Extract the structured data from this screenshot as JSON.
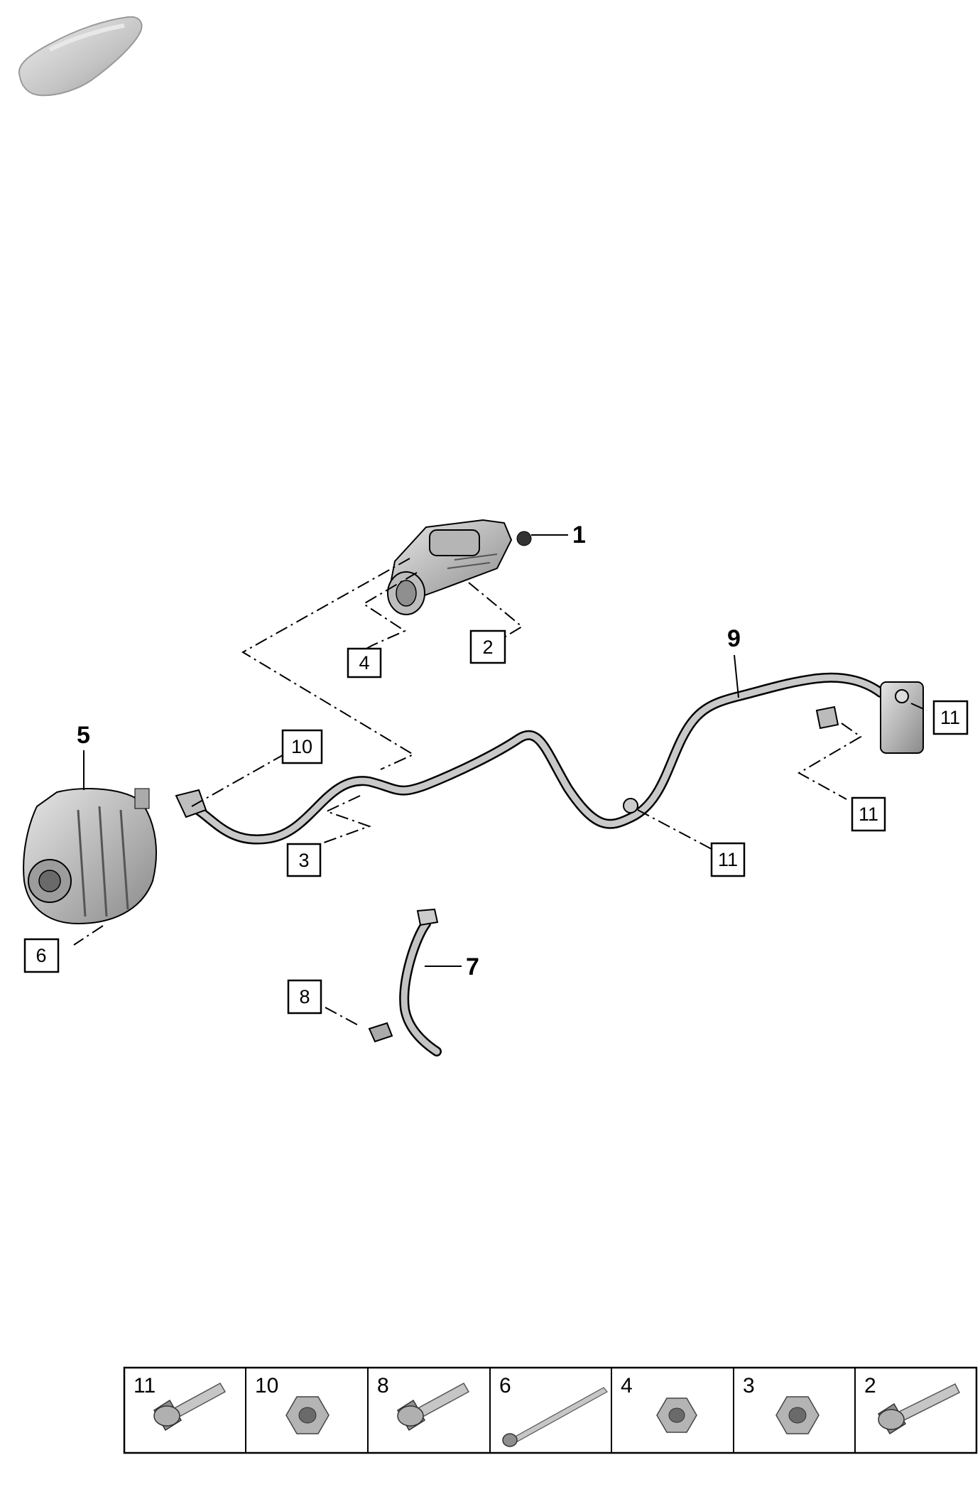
{
  "callouts": {
    "starter": "1",
    "alternator": "5",
    "harness": "9",
    "ground_strap": "7"
  },
  "boxed_callouts": {
    "c2": "2",
    "c3": "3",
    "c4": "4",
    "c6": "6",
    "c8": "8",
    "c10": "10",
    "c11a": "11",
    "c11b": "11",
    "c11c": "11"
  },
  "legend": [
    {
      "number": "11",
      "icon": "flange-bolt-icon"
    },
    {
      "number": "10",
      "icon": "flange-nut-icon"
    },
    {
      "number": "8",
      "icon": "flange-bolt-icon"
    },
    {
      "number": "6",
      "icon": "long-bolt-icon"
    },
    {
      "number": "4",
      "icon": "flange-nut-icon"
    },
    {
      "number": "3",
      "icon": "flange-nut-icon"
    },
    {
      "number": "2",
      "icon": "flange-bolt-icon"
    }
  ],
  "colors": {
    "part_fill": "#c8c8c8",
    "part_dark": "#6e6e6e",
    "outline": "#000000",
    "car_icon": "#cfcfcf"
  }
}
